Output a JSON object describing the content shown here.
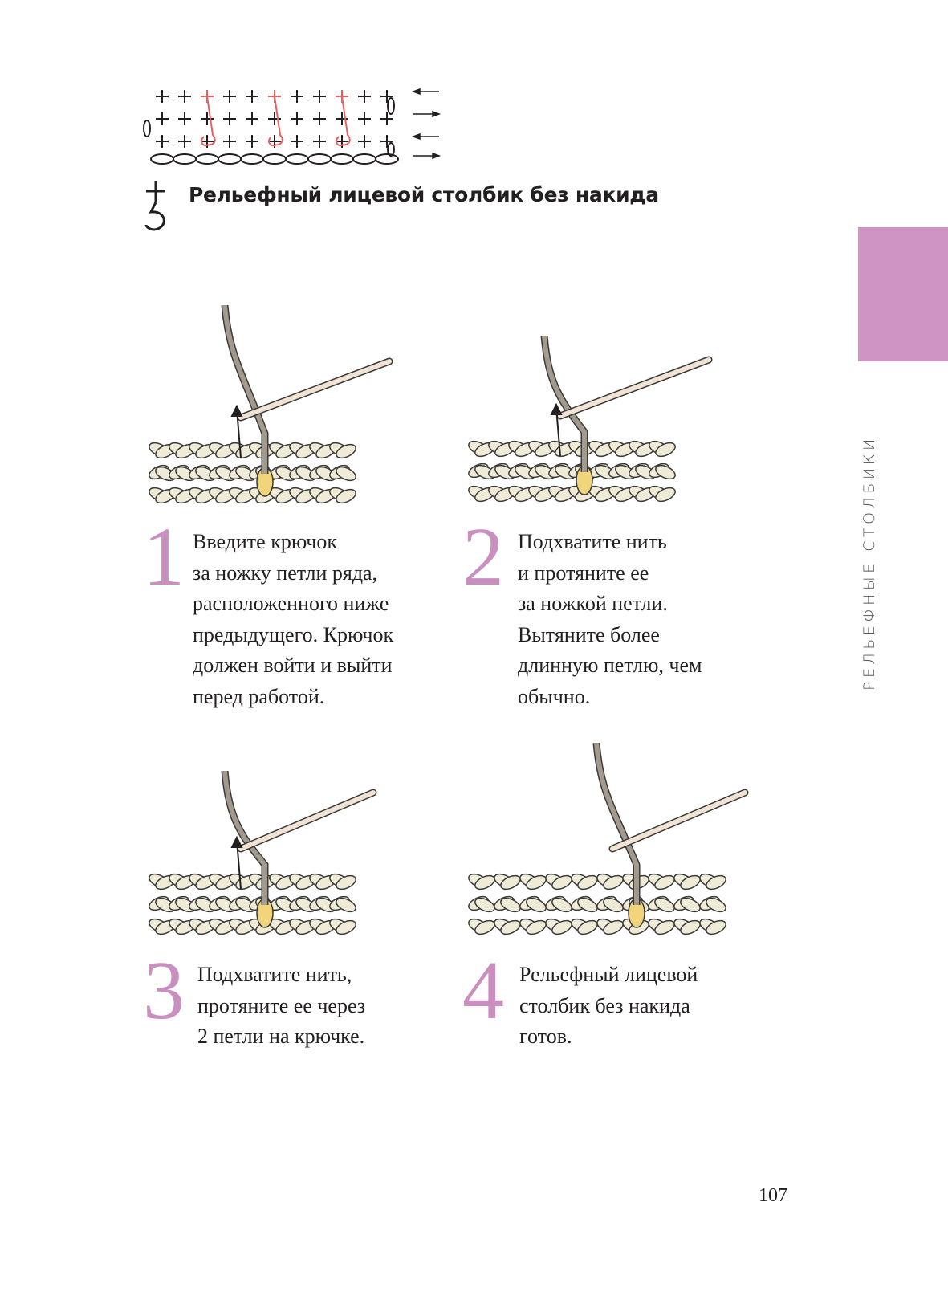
{
  "title": "Рельефный лицевой столбик без накида",
  "side_tab_label": "РЕЛЬЕФНЫЕ СТОЛБИКИ",
  "accent_color": "#cf94c4",
  "steps": [
    {
      "number": "1",
      "text": "Введите крючок\nза ножку петли ряда,\nрасположенного ниже\nпредыдущего. Крючок\nдолжен войти и выйти\nперед работой."
    },
    {
      "number": "2",
      "text": "Подхватите нить\nи протяните ее\nза ножкой петли.\nВытяните более\nдлинную петлю, чем\nобычно."
    },
    {
      "number": "3",
      "text": "Подхватите нить,\nпротяните ее через\n2 петли на крючке."
    },
    {
      "number": "4",
      "text": "Рельефный лицевой\nстолбик без накида\nготов."
    }
  ],
  "page_number": "107"
}
